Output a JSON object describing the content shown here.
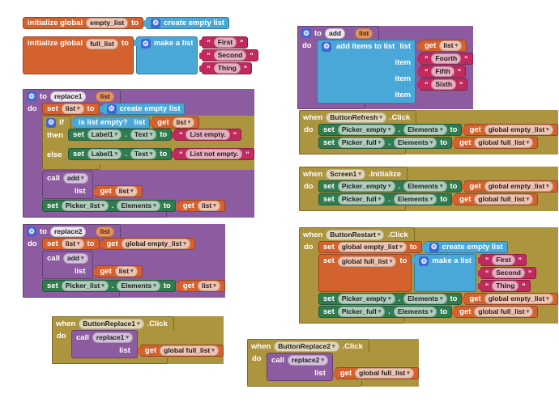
{
  "workspace": {
    "description": "MIT App Inventor blocks workspace"
  },
  "colors": {
    "variables_orange": "#D4622F",
    "lists_blue": "#4AA8D8",
    "text_crimson": "#C02A5E",
    "procedures_purple": "#8C5BA0",
    "events_gold": "#AD943F",
    "component_green": "#2F7D4F",
    "mutator_blue": "#3D66D6",
    "canvas": "#FFFFFF"
  },
  "common": {
    "initialize_global": "initialize global",
    "to": "to",
    "do": "do",
    "set": "set",
    "get": "get",
    "call": "call",
    "when": "when",
    "if": "if",
    "then": "then",
    "else": "else",
    "list": "list",
    "item": "item",
    "dot": ".",
    "quote": "\"",
    "gear_icon": "⚙",
    "create_empty_list": "create empty list",
    "make_a_list": "make a list",
    "add_items_to_list": "add items to list",
    "is_list_empty": "is list empty?",
    "click_event": ".Click",
    "initialize_event": ".Initialize"
  },
  "globals": {
    "empty_list": "empty_list",
    "full_list": "full_list",
    "global_empty_list": "global empty_list",
    "global_full_list": "global full_list",
    "full_items": [
      "First",
      "Second",
      "Thing"
    ]
  },
  "procedures": {
    "replace1": {
      "name": "replace1",
      "param": "list",
      "set_list_var": "list",
      "if_cond_get": "list",
      "then_component": "Label1",
      "then_prop": "Text",
      "then_text": "List empty.",
      "else_component": "Label1",
      "else_prop": "Text",
      "else_text": "List not empty.",
      "call_proc": "add",
      "call_arg_get": "list",
      "elements_component": "Picker_list",
      "elements_prop": "Elements",
      "elements_get": "list"
    },
    "replace2": {
      "name": "replace2",
      "param": "list",
      "set_list_var": "list",
      "set_list_get": "global empty_list",
      "call_proc": "add",
      "call_arg_get": "list",
      "elements_component": "Picker_list",
      "elements_prop": "Elements",
      "elements_get": "list"
    },
    "add": {
      "name": "add",
      "param": "list",
      "list_get": "list",
      "items": [
        "Fourth",
        "Fifth",
        "Sixth"
      ]
    }
  },
  "events": {
    "button_refresh": {
      "component": "ButtonRefresh",
      "event": ".Click",
      "sets": [
        {
          "component": "Picker_empty",
          "prop": "Elements",
          "get": "global empty_list"
        },
        {
          "component": "Picker_full",
          "prop": "Elements",
          "get": "global full_list"
        }
      ]
    },
    "screen_init": {
      "component": "Screen1",
      "event": ".Initialize",
      "sets": [
        {
          "component": "Picker_empty",
          "prop": "Elements",
          "get": "global empty_list"
        },
        {
          "component": "Picker_full",
          "prop": "Elements",
          "get": "global full_list"
        }
      ]
    },
    "button_restart": {
      "component": "ButtonRestart",
      "event": ".Click",
      "set_empty_var": "global empty_list",
      "set_full_var": "global full_list",
      "items": [
        "First",
        "Second",
        "Thing"
      ],
      "sets": [
        {
          "component": "Picker_empty",
          "prop": "Elements",
          "get": "global empty_list"
        },
        {
          "component": "Picker_full",
          "prop": "Elements",
          "get": "global full_list"
        }
      ]
    },
    "button_replace1": {
      "component": "ButtonReplace1",
      "event": ".Click",
      "call_proc": "replace1",
      "call_arg": "list",
      "call_get": "global full_list"
    },
    "button_replace2": {
      "component": "ButtonReplace2",
      "event": ".Click",
      "call_proc": "replace2",
      "call_arg": "list",
      "call_get": "global full_list"
    }
  }
}
